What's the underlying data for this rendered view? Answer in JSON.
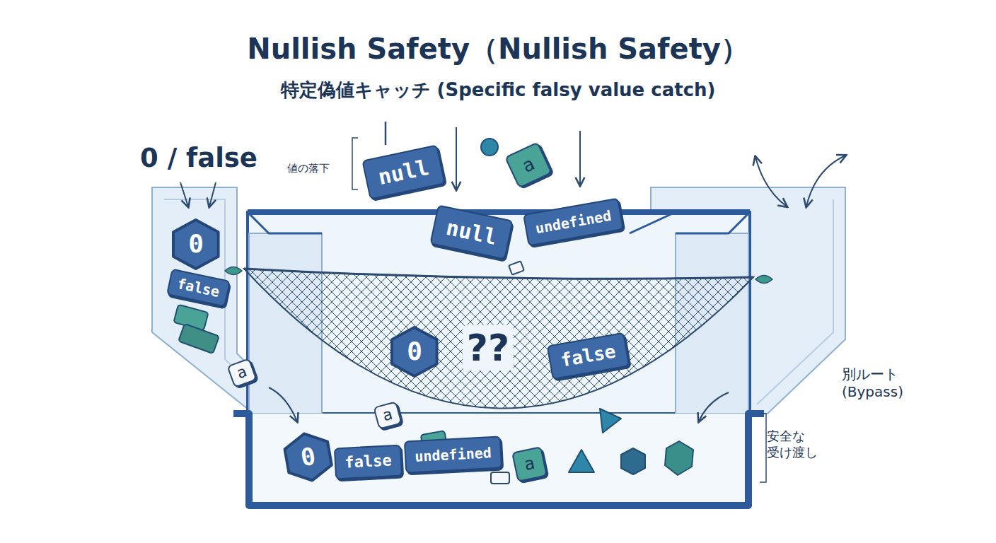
{
  "diagram": {
    "title": "Nullish Safety（Nullish Safety）",
    "nodes": [
      {
        "text": [
          "null"
        ]
      },
      {
        "text": [
          "a"
        ]
      },
      {
        "text": [
          "null"
        ]
      },
      {
        "text": [
          "undefined"
        ]
      },
      {
        "text": [
          "0"
        ]
      },
      {
        "text": [
          "false"
        ]
      },
      {
        "text": [
          "a"
        ]
      },
      {
        "text": [
          "0"
        ]
      },
      {
        "text": [
          "false"
        ]
      },
      {
        "text": [
          "a"
        ]
      },
      {
        "text": [
          "0"
        ]
      },
      {
        "text": [
          "false"
        ]
      },
      {
        "text": [
          "undefined"
        ]
      },
      {
        "text": [
          "a"
        ]
      }
    ],
    "labels": [
      "特定偽値キャッチ (Specific falsy value catch)",
      "0 / false",
      "値の落下",
      "??",
      "別ルート (Bypass)",
      "安全な 受け渡し"
    ]
  }
}
